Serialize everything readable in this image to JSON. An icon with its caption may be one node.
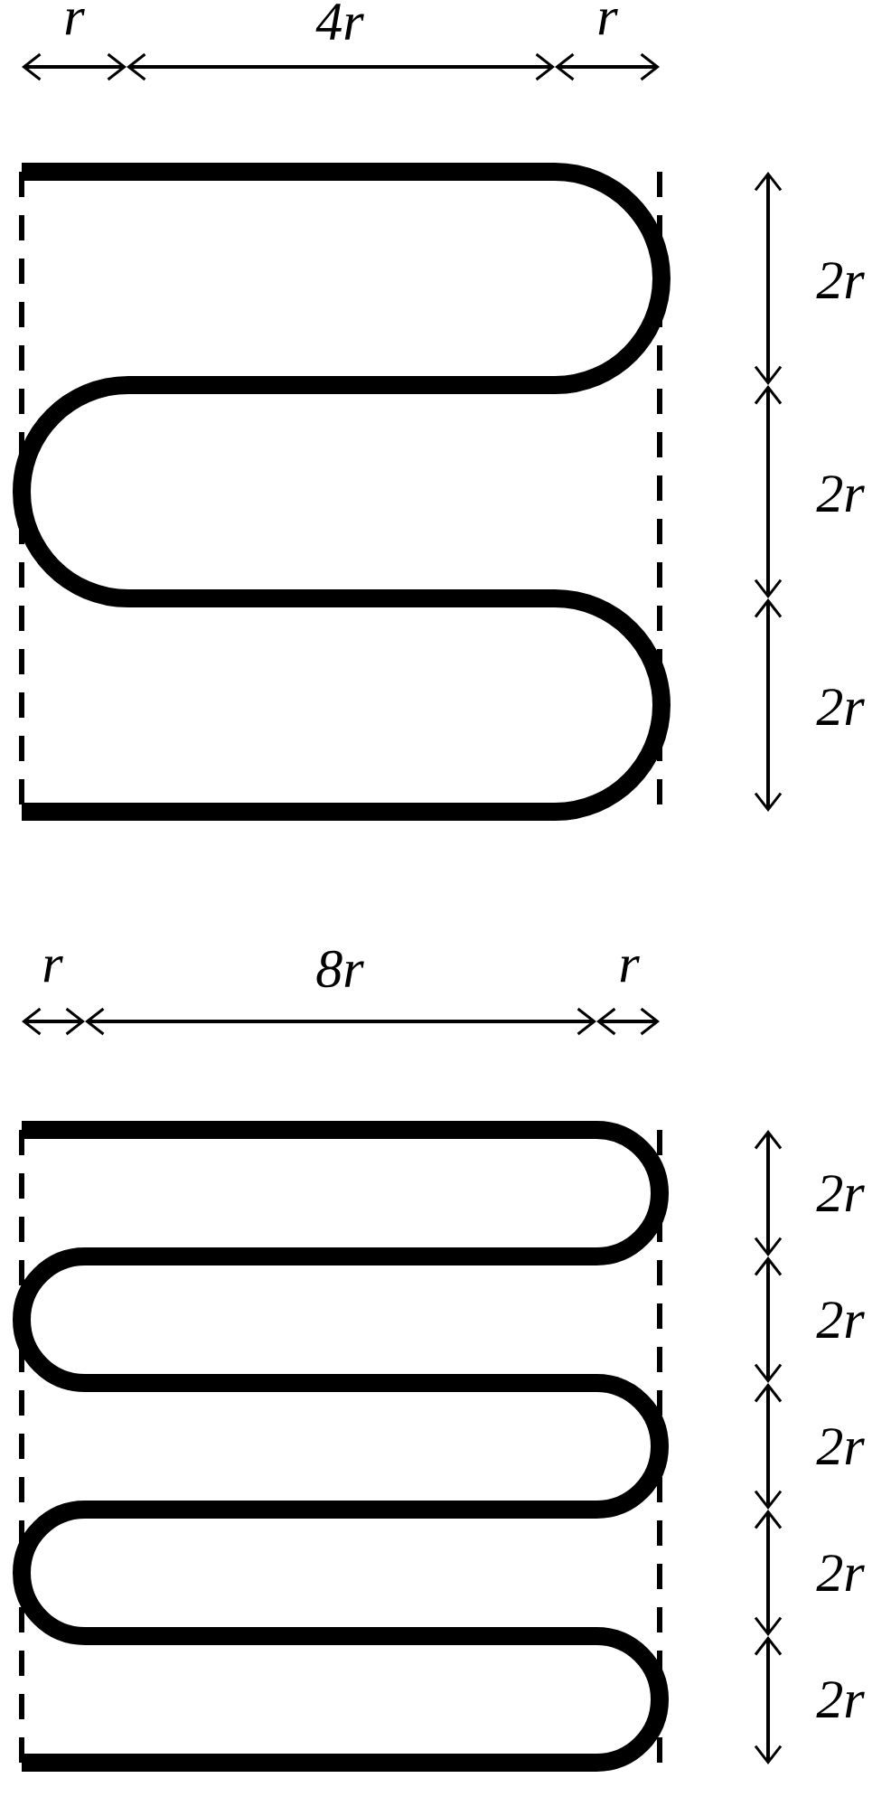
{
  "diagram": {
    "labels": [
      "r",
      "4r",
      "r",
      "2r",
      "2r",
      "2r",
      "r",
      "8r",
      "r",
      "2r",
      "2r",
      "2r",
      "2r",
      "2r"
    ]
  }
}
